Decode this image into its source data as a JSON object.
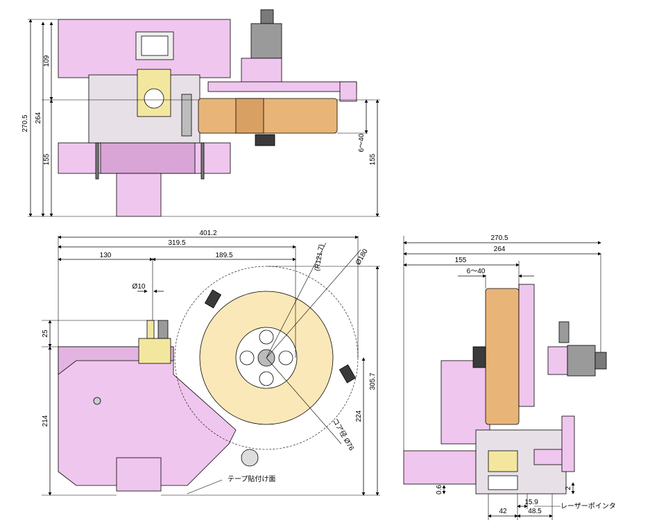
{
  "colors": {
    "pink": "#EFC6EE",
    "pink_dark": "#D8A5D6",
    "tape": "#E8B478",
    "tape_light": "#FBE8B8",
    "brass": "#F3E7A0",
    "gray": "#9A9A9A",
    "dark": "#3A3A3A"
  },
  "top_view": {
    "dims": {
      "total_height": "270.5",
      "body_height": "264",
      "upper_height": "109",
      "lower_height": "155",
      "lower_right": "155",
      "gap": "6～40"
    }
  },
  "front_view": {
    "dims": {
      "total_width": "401.2",
      "width_319": "319.5",
      "width_189": "189.5",
      "width_130": "130",
      "dia_10": "Ø10",
      "height_25": "25",
      "height_214": "214",
      "height_224": "224",
      "height_305": "305.7",
      "radius": "(R121.7)",
      "dia_180": "Ø180",
      "core_dia": "コア径 Ø76"
    },
    "labels": {
      "tape_surface": "テープ貼付け面"
    }
  },
  "side_view": {
    "dims": {
      "total_width": "270.5",
      "width_264": "264",
      "width_155": "155",
      "gap": "6～40",
      "val_06": "0.6",
      "val_2": "2",
      "val_159": "15.9",
      "val_42": "42",
      "val_485": "48.5"
    },
    "labels": {
      "laser_pointer": "レーザーポインタ"
    }
  }
}
